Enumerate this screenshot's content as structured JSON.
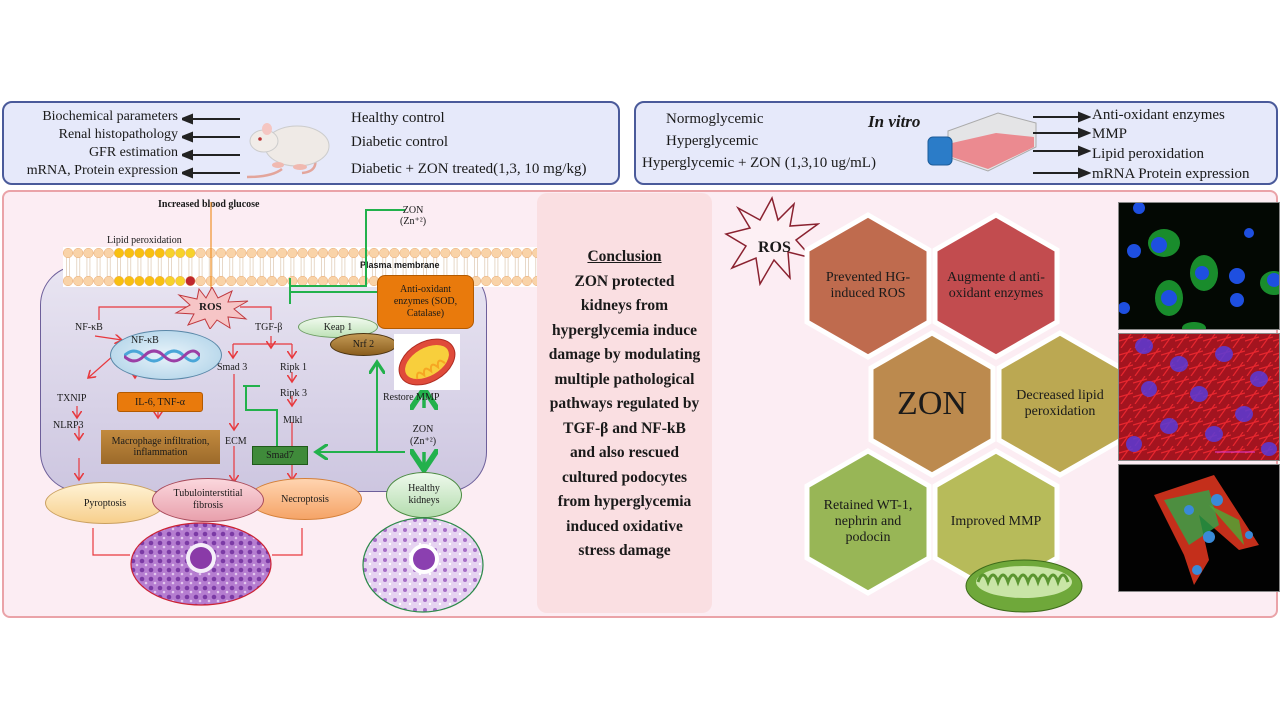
{
  "in_vivo_panel": {
    "outcomes": [
      "Biochemical parameters",
      "Renal histopathology",
      "GFR estimation",
      "mRNA, Protein expression"
    ],
    "groups": [
      "Healthy control",
      "Diabetic control",
      "Diabetic + ZON treated(1,3, 10 mg/kg)"
    ],
    "icon": "rat-icon"
  },
  "in_vitro_panel": {
    "title": "In vitro",
    "groups": [
      "Normoglycemic",
      "Hyperglycemic",
      "Hyperglycemic + ZON (1,3,10 ug/mL)"
    ],
    "outcomes": [
      "Anti-oxidant  enzymes",
      "MMP",
      "Lipid peroxidation",
      "mRNA Protein expression"
    ],
    "icon": "cell-culture-flask-icon"
  },
  "pathway": {
    "increased_glucose": "Increased blood glucose",
    "lipid_peroxidation": "Lipid peroxidation",
    "plasma_membrane": "Plasma membrane",
    "ros": "ROS",
    "zon_top": [
      "ZON",
      "(Zn⁺²)"
    ],
    "antioxidant_box": "Anti-oxidant enzymes (SOD, Catalase)",
    "keap1": "Keap 1",
    "nrf2": "Nrf 2",
    "nfkb_left": "NF-κB",
    "nfkb_nucleus": "NF-κB",
    "tgfb": "TGF-β",
    "smad3": "Smad 3",
    "ripk1": "Ripk 1",
    "ripk3": "Ripk 3",
    "mlkl": "Mlkl",
    "smad7": "Smad7",
    "ecm": "ECM",
    "txnip": "TXNIP",
    "nlrp3": "NLRP3",
    "il6": "IL-6, TNF-α",
    "macrophage": "Macrophage infiltration, inflammation",
    "restore_mmp": "Restore MMP",
    "zon_mid": [
      "ZON",
      "(Zn⁺²)"
    ],
    "pyroptosis": "Pyroptosis",
    "fibrosis": "Tubulointerstitial fibrosis",
    "necroptosis": "Necroptosis",
    "healthy_kidneys": "Healthy kidneys"
  },
  "conclusion": {
    "heading": "Conclusion",
    "lines": [
      "ZON protected",
      "kidneys from",
      "hyperglycemia induce",
      "damage by modulating",
      "multiple pathological",
      "pathways regulated by",
      "TGF-β and NF-kB",
      "and also rescued",
      "cultured podocytes",
      "from hyperglycemia",
      "induced oxidative",
      "stress damage"
    ]
  },
  "effects": {
    "ros_burst": "ROS",
    "hexagons": [
      {
        "label": "Prevented HG-induced ROS",
        "color": "#bf6b4e"
      },
      {
        "label": "Augmente d anti- oxidant enzymes",
        "color": "#c24c4f"
      },
      {
        "label": "ZON",
        "color": "#bc8a4e"
      },
      {
        "label": "Decreased lipid peroxidation",
        "color": "#bba852"
      },
      {
        "label": "Retained WT-1, nephrin and podocin",
        "color": "#98b656"
      },
      {
        "label": "Improved MMP",
        "color": "#b7bb5a"
      }
    ]
  },
  "micrographs": [
    {
      "name": "micrograph-green-blue",
      "stain": "green cytoplasm, blue nuclei"
    },
    {
      "name": "micrograph-red-blue",
      "stain": "red actin, blue nuclei"
    },
    {
      "name": "micrograph-podocytes",
      "stain": "red/green/blue podocytes"
    }
  ],
  "colors": {
    "panel_blue": "#e6e9fa",
    "panel_border": "#4a5a9a",
    "frame_pink": "#fcedf3",
    "frame_border": "#eaa3a8",
    "inhibit_green": "#22b14c",
    "activate_red": "#e8383d",
    "orange_box": "#e97a0c"
  }
}
